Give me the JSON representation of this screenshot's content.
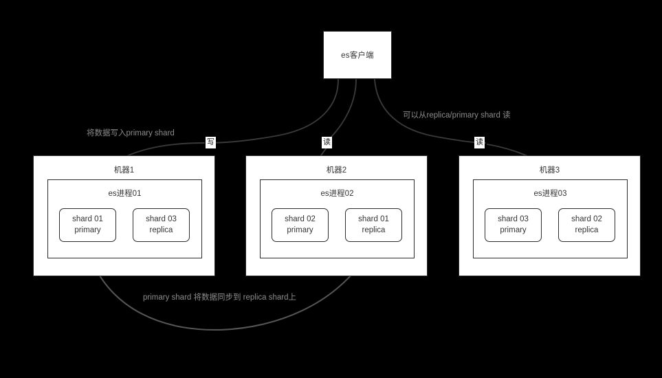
{
  "diagram": {
    "title_text": "es客户端",
    "background": "#000000",
    "box_fill": "#ffffff",
    "stroke": "#2b2b2b",
    "label_color": "#8c8c8c",
    "client": {
      "label": "es客户端"
    },
    "machines": [
      {
        "title": "机器1",
        "process": "es进程01",
        "shards": [
          {
            "name": "shard 01",
            "role": "primary"
          },
          {
            "name": "shard 03",
            "role": "replica"
          }
        ]
      },
      {
        "title": "机器2",
        "process": "es进程02",
        "shards": [
          {
            "name": "shard 02",
            "role": "primary"
          },
          {
            "name": "shard 01",
            "role": "replica"
          }
        ]
      },
      {
        "title": "机器3",
        "process": "es进程03",
        "shards": [
          {
            "name": "shard 03",
            "role": "primary"
          },
          {
            "name": "shard 02",
            "role": "replica"
          }
        ]
      }
    ],
    "edge_labels": {
      "write": "将数据写入primary shard",
      "read": "可以从replica/primary shard 读",
      "sync": "primary shard 将数据同步到 replica shard上"
    },
    "tags": [
      {
        "text": "写"
      },
      {
        "text": "读"
      },
      {
        "text": "读"
      }
    ]
  }
}
